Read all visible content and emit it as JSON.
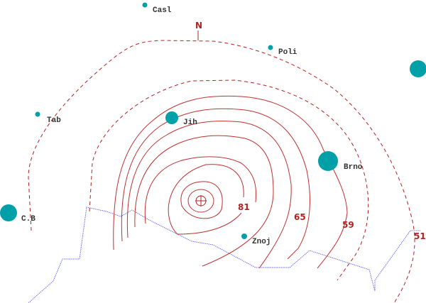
{
  "map": {
    "north_label": "N",
    "colors": {
      "contour": "#b22222",
      "city": "#00a0a8",
      "border": "#6a6af0",
      "label": "#333333"
    },
    "cities": [
      {
        "name": "Casl",
        "size": "small"
      },
      {
        "name": "Poli",
        "size": "small"
      },
      {
        "name": "",
        "size": "large"
      },
      {
        "name": "Tab",
        "size": "small"
      },
      {
        "name": "Jih",
        "size": "medium"
      },
      {
        "name": "Brno",
        "size": "large"
      },
      {
        "name": "C.B",
        "size": "large"
      },
      {
        "name": "Znoj",
        "size": "small"
      }
    ],
    "contour_labels": [
      "81",
      "65",
      "59",
      "51"
    ]
  }
}
